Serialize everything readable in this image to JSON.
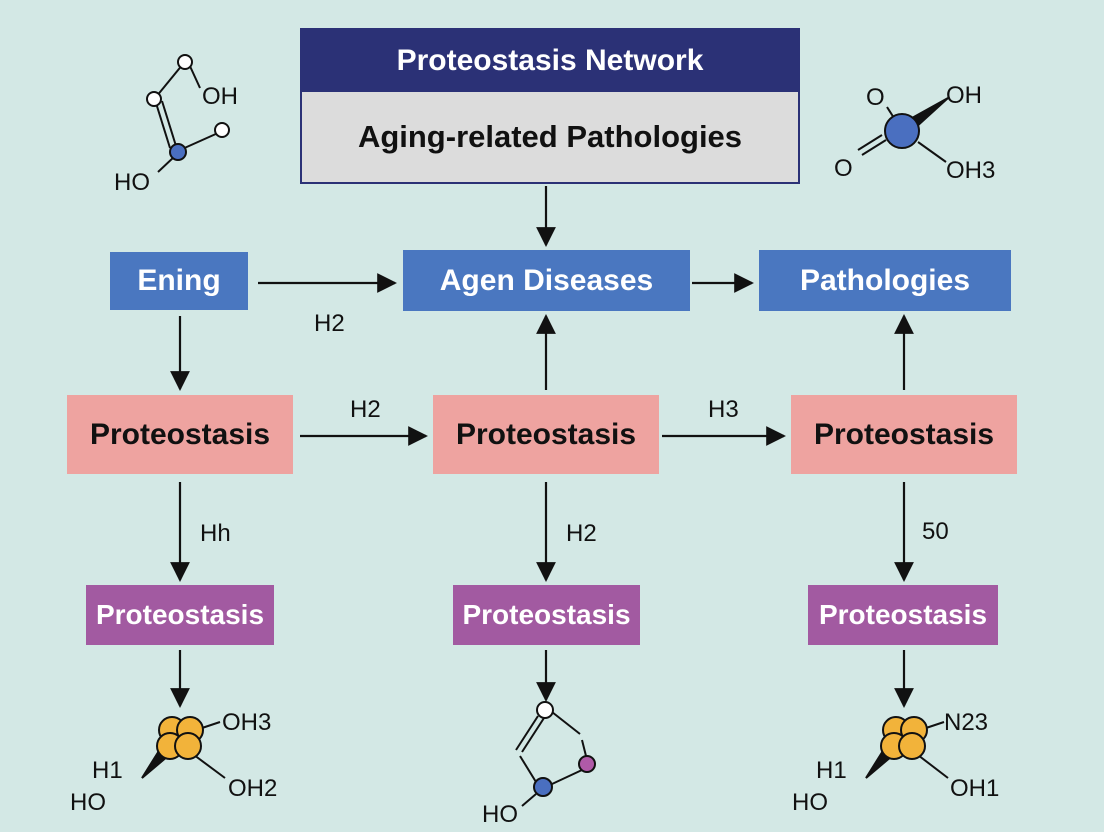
{
  "header": {
    "title": "Proteostasis Network",
    "subtitle": "Aging-related Pathologies"
  },
  "top_row": {
    "left": "Ening",
    "middle": "Agen Diseases",
    "right": "Pathologies"
  },
  "middle_row": {
    "left": "Proteostasis",
    "middle": "Proteostasis",
    "right": "Proteostasis"
  },
  "bottom_row": {
    "left": "Proteostasis",
    "middle": "Proteostasis",
    "right": "Proteostasis"
  },
  "edge_labels": {
    "top_left_arrow": "H2",
    "mid_left_arrow": "H2",
    "mid_right_arrow": "H3",
    "down_left": "Hh",
    "down_middle": "H2",
    "down_right": "50"
  },
  "molecules": {
    "top_left": {
      "oh": "OH",
      "ho": "HO"
    },
    "top_right": {
      "o1": "O",
      "oh": "OH",
      "o2": "O",
      "oh3": "OH3"
    },
    "bottom_left": {
      "oh3": "OH3",
      "h1": "H1",
      "ho": "HO",
      "oh2": "OH2"
    },
    "bottom_middle": {
      "ho": "HO"
    },
    "bottom_right": {
      "n": "N23",
      "h1": "H1",
      "ho": "HO",
      "oh1": "OH1"
    }
  },
  "colors": {
    "background": "#d3e8e5",
    "navy": "#2b3176",
    "blue_box": "#4a77c0",
    "pink_box": "#eea3a0",
    "purple_box": "#a25aa1",
    "atom_blue": "#4a6fc0",
    "atom_orange": "#f2b33a",
    "atom_purple": "#b05aa8"
  }
}
